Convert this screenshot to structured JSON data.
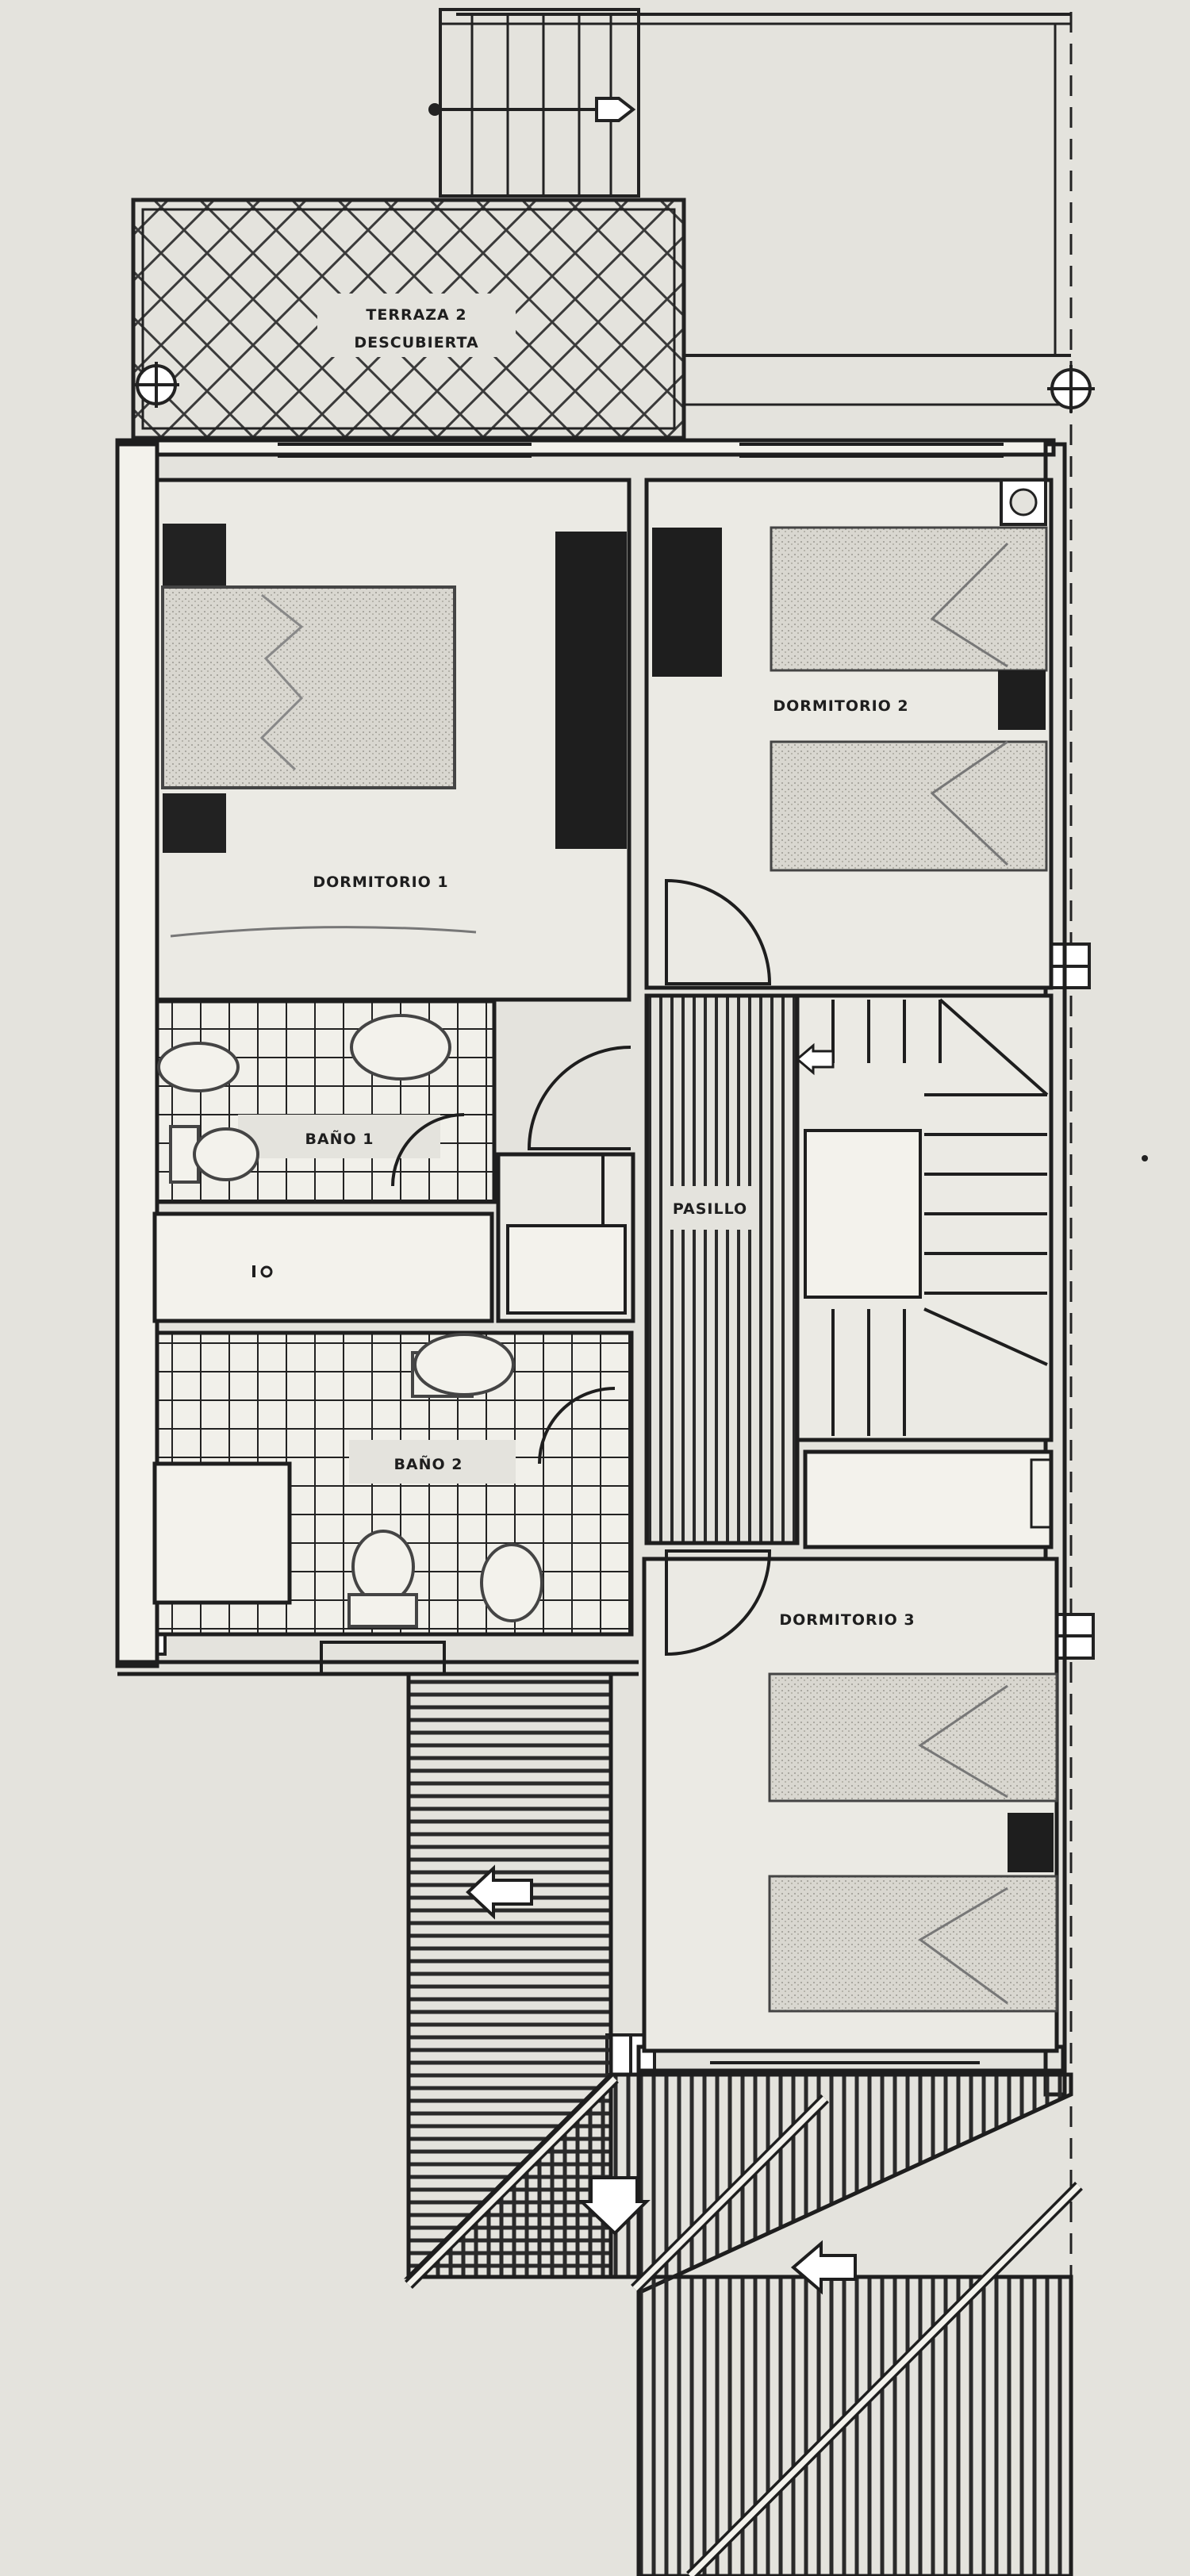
{
  "rooms": {
    "terraza": {
      "line1": "TERRAZA 2",
      "line2": "DESCUBIERTA"
    },
    "dormitorio_1": "DORMITORIO 1",
    "dormitorio_2": "DORMITORIO 2",
    "dormitorio_3": "DORMITORIO 3",
    "bano_1": "BAÑO 1",
    "bano_2": "BAÑO 2",
    "pasillo": "PASILLO"
  },
  "colors": {
    "paper": "#e4e3dd",
    "ink": "#1e1e1e",
    "fill": "#cfcdc6"
  },
  "icons": [
    "column-marker-icon",
    "stair-arrow-icon",
    "slope-arrow-icon",
    "door-swing-icon"
  ]
}
